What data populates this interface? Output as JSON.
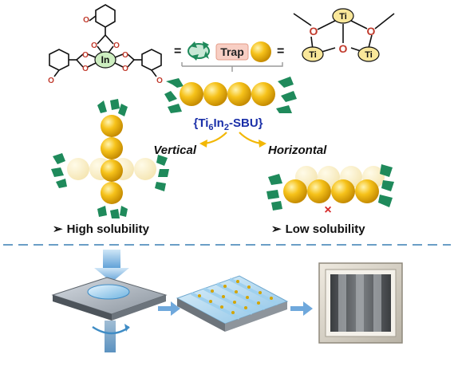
{
  "ligand": {
    "center_label": "In",
    "oxygen_label": "O"
  },
  "trap_legend": {
    "equals_left": "=",
    "trap_label": "Trap",
    "equals_right": "="
  },
  "ti_cluster": {
    "ti_label": "Ti",
    "o_label": "O"
  },
  "sbu_label": {
    "open": "{",
    "ti": "Ti",
    "ti_sub": "6",
    "in": "In",
    "in_sub": "2",
    "suffix": "-SBU",
    "close": "}"
  },
  "directions": {
    "vertical": "Vertical",
    "horizontal": "Horizontal"
  },
  "outcomes": {
    "bullet": "➢",
    "high": "High solubility",
    "low": "Low solubility",
    "cross": "×"
  },
  "colors": {
    "gold": "#f2b705",
    "trap_green": "#1f8a5b",
    "in_green": "#cdeec0",
    "ti_yellow": "#f9e79a",
    "red": "#c0392b",
    "blue_text": "#1a2fa8",
    "divider": "#6a9ec6",
    "arrow_blue": "#6fa8dc"
  }
}
